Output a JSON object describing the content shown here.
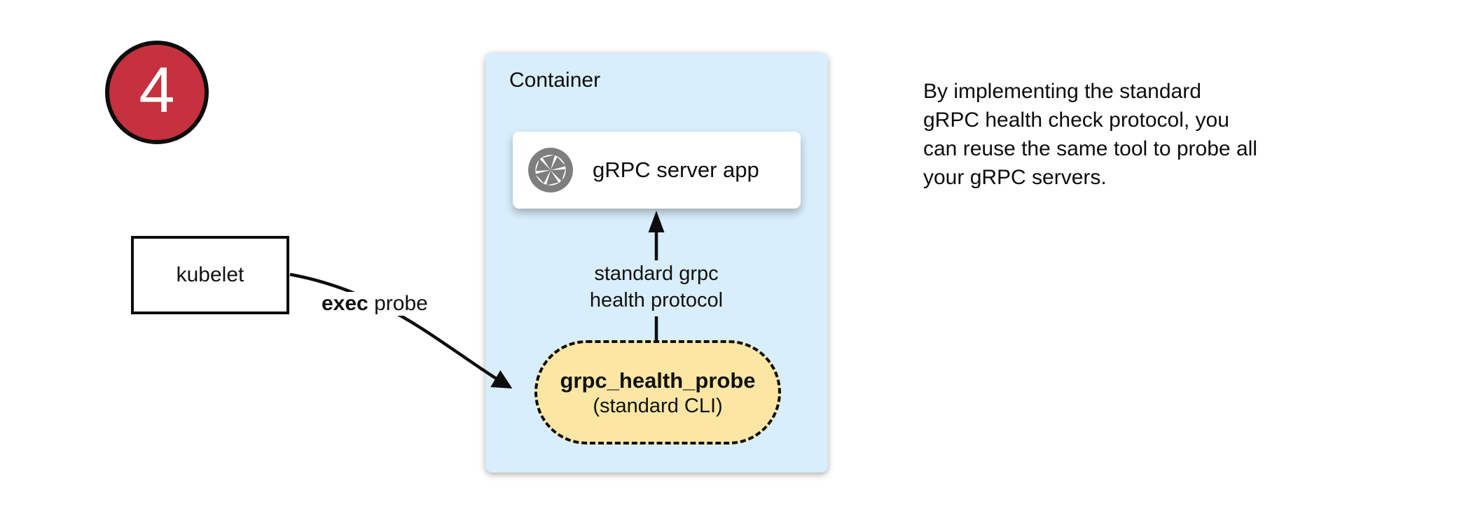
{
  "badge": {
    "number": "4"
  },
  "colors": {
    "badge_red": "#C5313E",
    "container_blue": "#D9EEFB",
    "pill_yellow": "#FBE7A3",
    "icon_gray": "#7E7E7E"
  },
  "container": {
    "label": "Container"
  },
  "server_app": {
    "label": "gRPC server app",
    "icon": "aperture-icon"
  },
  "probe_tool": {
    "name": "grpc_health_probe",
    "kind": "(standard CLI)"
  },
  "kubelet": {
    "label": "kubelet"
  },
  "edges": {
    "exec_probe": {
      "bold": "exec",
      "rest": "probe"
    },
    "grpc_health": {
      "line1": "standard grpc",
      "line2": "health protocol"
    }
  },
  "caption": {
    "lines": [
      "By implementing the standard",
      "gRPC health check protocol, you",
      "can reuse the same tool to probe all",
      "your gRPC servers."
    ]
  }
}
